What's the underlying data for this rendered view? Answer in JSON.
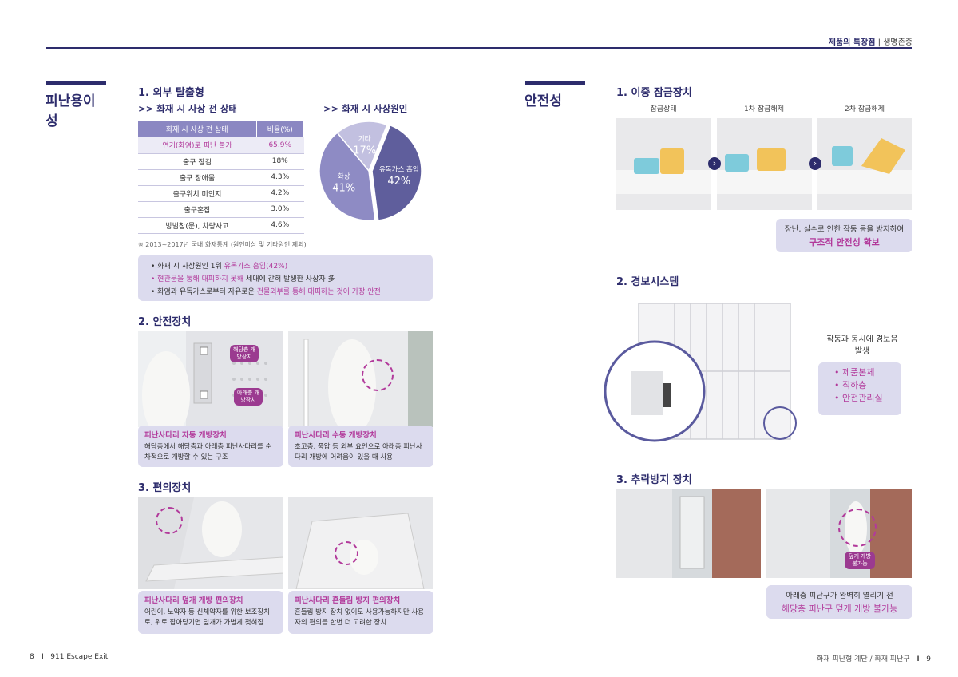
{
  "header": {
    "category": "제품의 특장점",
    "sep": "|",
    "topic": "생명존중"
  },
  "left": {
    "section_title": "피난용이성",
    "s1_title": "1. 외부 탈출형",
    "table_title": ">> 화재 시 사상 전 상태",
    "table_headers": [
      "화재 시 사상 전 상태",
      "비율(%)"
    ],
    "table_rows": [
      [
        "연기(화염)로 피난 불가",
        "65.9%"
      ],
      [
        "출구 잠김",
        "18%"
      ],
      [
        "출구 장애물",
        "4.3%"
      ],
      [
        "출구위치 미인지",
        "4.2%"
      ],
      [
        "출구혼잡",
        "3.0%"
      ],
      [
        "방범창(문), 차량사고",
        "4.6%"
      ]
    ],
    "table_note": "※ 2013~2017년 국내 화재통계 (원인미상 및 기타원인 제외)",
    "pie_title": ">> 화재 시 사상원인",
    "bullets": {
      "b1_pre": "• 화재 시 사상원인 1위 ",
      "b1_em": "유독가스 흡입(42%)",
      "b2_em": "• 현관문을 통해 대피하지 못해",
      "b2_post": " 세대에 갇혀 발생한 사상자 多",
      "b3_pre": "• 화염과 유독가스로부터 자유로운 ",
      "b3_em": "건물외부를 통해 대피하는 것이 가장 안전"
    },
    "s2_title": "2. 안전장치",
    "tag_upper": "해당층 개방장치",
    "tag_lower": "아래층 개방장치",
    "cap1_title": "피난사다리 자동 개방장치",
    "cap1_text": "해당층에서 해당층과 아래층 피난사다리를 순차적으로 개방할 수 있는 구조",
    "cap2_title": "피난사다리 수동 개방장치",
    "cap2_text": "초고층, 풍압 등 외부 요인으로 아래층 피난사다리 개방에 어려움이 있을 때 사용",
    "s3_title": "3. 편의장치",
    "cap3_title": "피난사다리 덮개 개방 편의장치",
    "cap3_text": "어린이, 노약자 등 신체약자를 위한 보조장치로, 위로 잡아당기면 덮개가 가볍게 젖혀짐",
    "cap4_title": "피난사다리 흔들림 방지 편의장치",
    "cap4_text": "흔들림 방지 장치 없이도 사용가능하지만 사용자의 편의를 한번 더 고려한 장치"
  },
  "chart_data": {
    "type": "pie",
    "title": ">> 화재 시 사상원인",
    "slices": [
      {
        "label": "유독가스 흡입",
        "value": 42,
        "color": "#5f5e9c"
      },
      {
        "label": "화상",
        "value": 41,
        "color": "#8e8bc4"
      },
      {
        "label": "기타",
        "value": 17,
        "color": "#c2c0e0"
      }
    ],
    "value_labels": [
      "42%",
      "41%",
      "17%"
    ]
  },
  "right": {
    "section_title": "안전성",
    "s1_title": "1. 이중 잠금장치",
    "lock_labels": [
      "잠금상태",
      "1차 잠금해제",
      "2차 잠금해제"
    ],
    "lock_cap_text": "장난, 실수로 인한 작동 등을 방지하여",
    "lock_cap_em": "구조적 안전성 확보",
    "s2_title": "2. 경보시스템",
    "alarm_text": "작동과 동시에 경보음 발생",
    "alarm_items": [
      "• 제품본체",
      "• 직하층",
      "• 안전관리실"
    ],
    "s3_title": "3. 추락방지 장치",
    "fall_tag": "덮개 개방 불가능",
    "fall_cap_text": "아래층 피난구가 완벽히 열리기 전",
    "fall_cap_em": "해당층 피난구 덮개 개방 불가능"
  },
  "footer": {
    "left_page": "8",
    "left_sep": "I",
    "left_title": "911 Escape Exit",
    "right_title": "화재 피난형 계단 / 화재 피난구",
    "right_sep": "I",
    "right_page": "9"
  }
}
